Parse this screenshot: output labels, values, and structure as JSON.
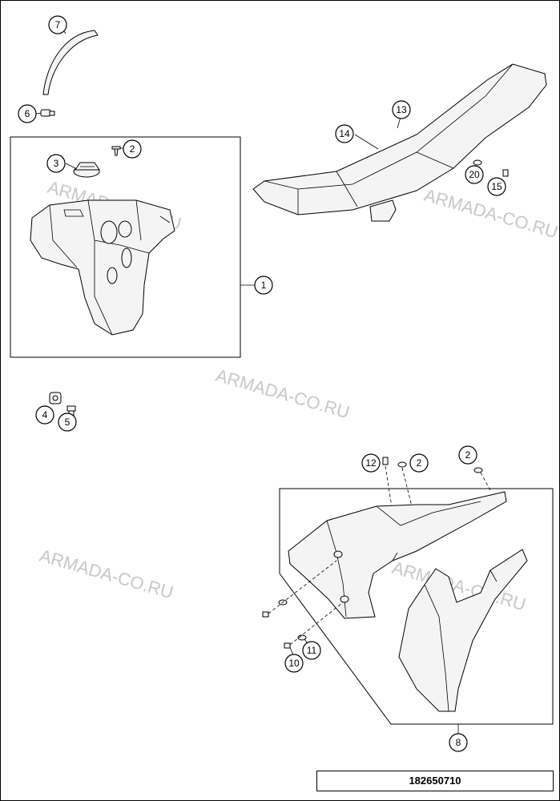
{
  "drawing": {
    "number": "182650710",
    "watermark": "ARMADA-CO.RU"
  },
  "callouts": {
    "c1": "1",
    "c2a": "2",
    "c2b": "2",
    "c2c": "2",
    "c3": "3",
    "c4": "4",
    "c5": "5",
    "c6": "6",
    "c7": "7",
    "c8": "8",
    "c10": "10",
    "c11": "11",
    "c12": "12",
    "c13": "13",
    "c14": "14",
    "c15": "15",
    "c20": "20"
  }
}
